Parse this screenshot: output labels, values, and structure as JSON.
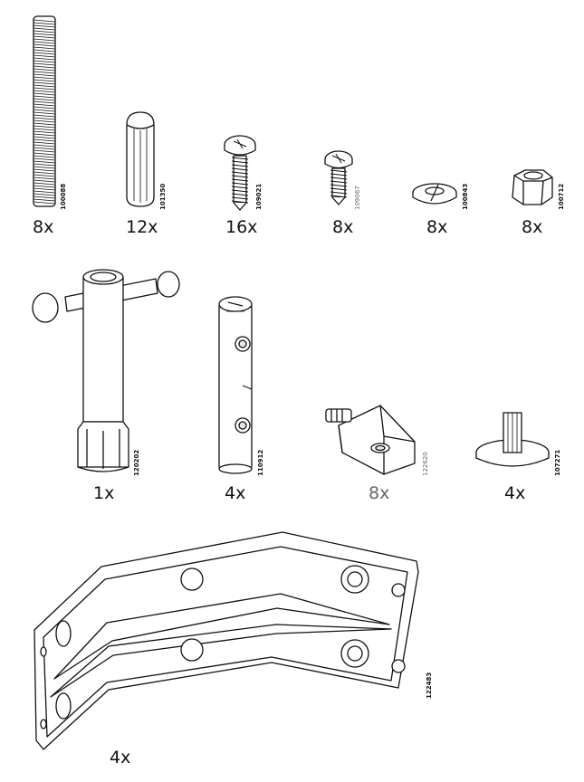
{
  "parts": [
    {
      "id": "threaded-rod",
      "quantity": "8x",
      "part_number": "100088"
    },
    {
      "id": "wood-dowel",
      "quantity": "12x",
      "part_number": "101350"
    },
    {
      "id": "screw-long",
      "quantity": "16x",
      "part_number": "109021"
    },
    {
      "id": "screw-short",
      "quantity": "8x",
      "part_number": "109067"
    },
    {
      "id": "spring-washer",
      "quantity": "8x",
      "part_number": "100843"
    },
    {
      "id": "hex-nut",
      "quantity": "8x",
      "part_number": "100712"
    },
    {
      "id": "t-handle-wrench",
      "quantity": "1x",
      "part_number": "120202"
    },
    {
      "id": "barrel-nut",
      "quantity": "4x",
      "part_number": "110912"
    },
    {
      "id": "angle-clip",
      "quantity": "8x",
      "part_number": "122620"
    },
    {
      "id": "glide-foot",
      "quantity": "4x",
      "part_number": "107271"
    },
    {
      "id": "corner-bracket",
      "quantity": "4x",
      "part_number": "122483"
    }
  ],
  "colors": {
    "ink": "#111111",
    "light_ink": "#666666",
    "fill": "#ffffff",
    "shade": "#e8e8e8"
  }
}
